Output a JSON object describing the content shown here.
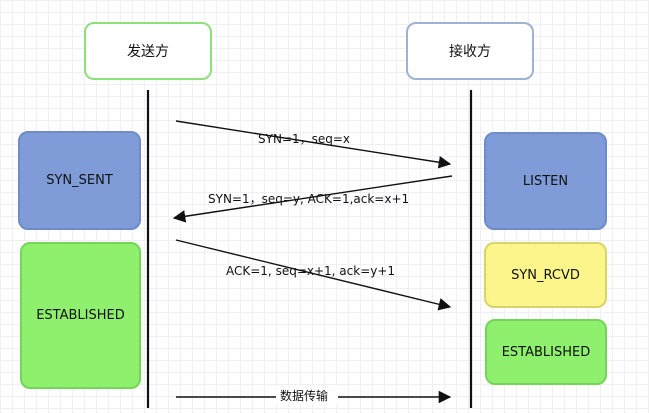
{
  "sender": {
    "label": "发送方",
    "border_color": "#8ee07a",
    "states": [
      {
        "label": "SYN_SENT",
        "fill": "#7f9bd8",
        "border": "#6f8bc8"
      },
      {
        "label": "ESTABLISHED",
        "fill": "#8ef06c",
        "border": "#76d45a"
      }
    ]
  },
  "receiver": {
    "label": "接收方",
    "border_color": "#9fb2d6",
    "states": [
      {
        "label": "LISTEN",
        "fill": "#7f9bd8",
        "border": "#6f8bc8"
      },
      {
        "label": "SYN_RCVD",
        "fill": "#fbf58c",
        "border": "#d9d46a"
      },
      {
        "label": "ESTABLISHED",
        "fill": "#8ef06c",
        "border": "#76d45a"
      }
    ]
  },
  "messages": [
    {
      "label": "SYN=1，seq=x",
      "direction": "sender-to-receiver"
    },
    {
      "label": "SYN=1，seq=y, ACK=1,ack=x+1",
      "direction": "receiver-to-sender"
    },
    {
      "label": "ACK=1, seq=x+1, ack=y+1",
      "direction": "sender-to-receiver"
    },
    {
      "label": "数据传输",
      "direction": "sender-to-receiver"
    }
  ]
}
